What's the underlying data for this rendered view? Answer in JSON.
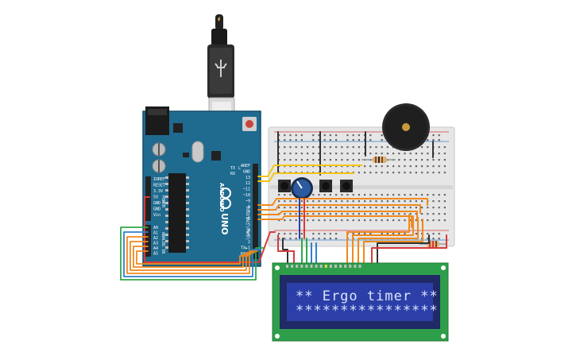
{
  "lcd": {
    "line1": "** Ergo timer **",
    "line2": "****************"
  },
  "arduino": {
    "brand": "ARDUINO",
    "model": "UNO",
    "digital_label": "DIGITAL (PWM~)",
    "analog_label": "ANALOG IN",
    "power_label": "POWER",
    "led_tx": "TX",
    "led_rx": "RX",
    "led_l": "L",
    "power_pins": [
      "IOREF",
      "RESET",
      "3.3V",
      "5V",
      "GND",
      "GND",
      "Vin"
    ],
    "analog_pins": [
      "A0",
      "A1",
      "A2",
      "A3",
      "A4",
      "A5"
    ],
    "digital_pins": [
      "AREF",
      "GND",
      "13",
      "12",
      "~11",
      "~10",
      "~9",
      "8",
      "7",
      "~6",
      "~5",
      "4",
      "~3",
      "2",
      "TX►1",
      "RX◄0"
    ]
  },
  "colors": {
    "board": "#1f6a8f",
    "lcd_pcb": "#2f9e4a",
    "lcd_screen": "#2c3fa8",
    "wire_orange": "#f08a1c",
    "wire_green": "#2ea84a",
    "wire_blue": "#2f7fd0",
    "wire_yellow": "#f2c515",
    "wire_red": "#d83a3a",
    "wire_black": "#333333"
  }
}
